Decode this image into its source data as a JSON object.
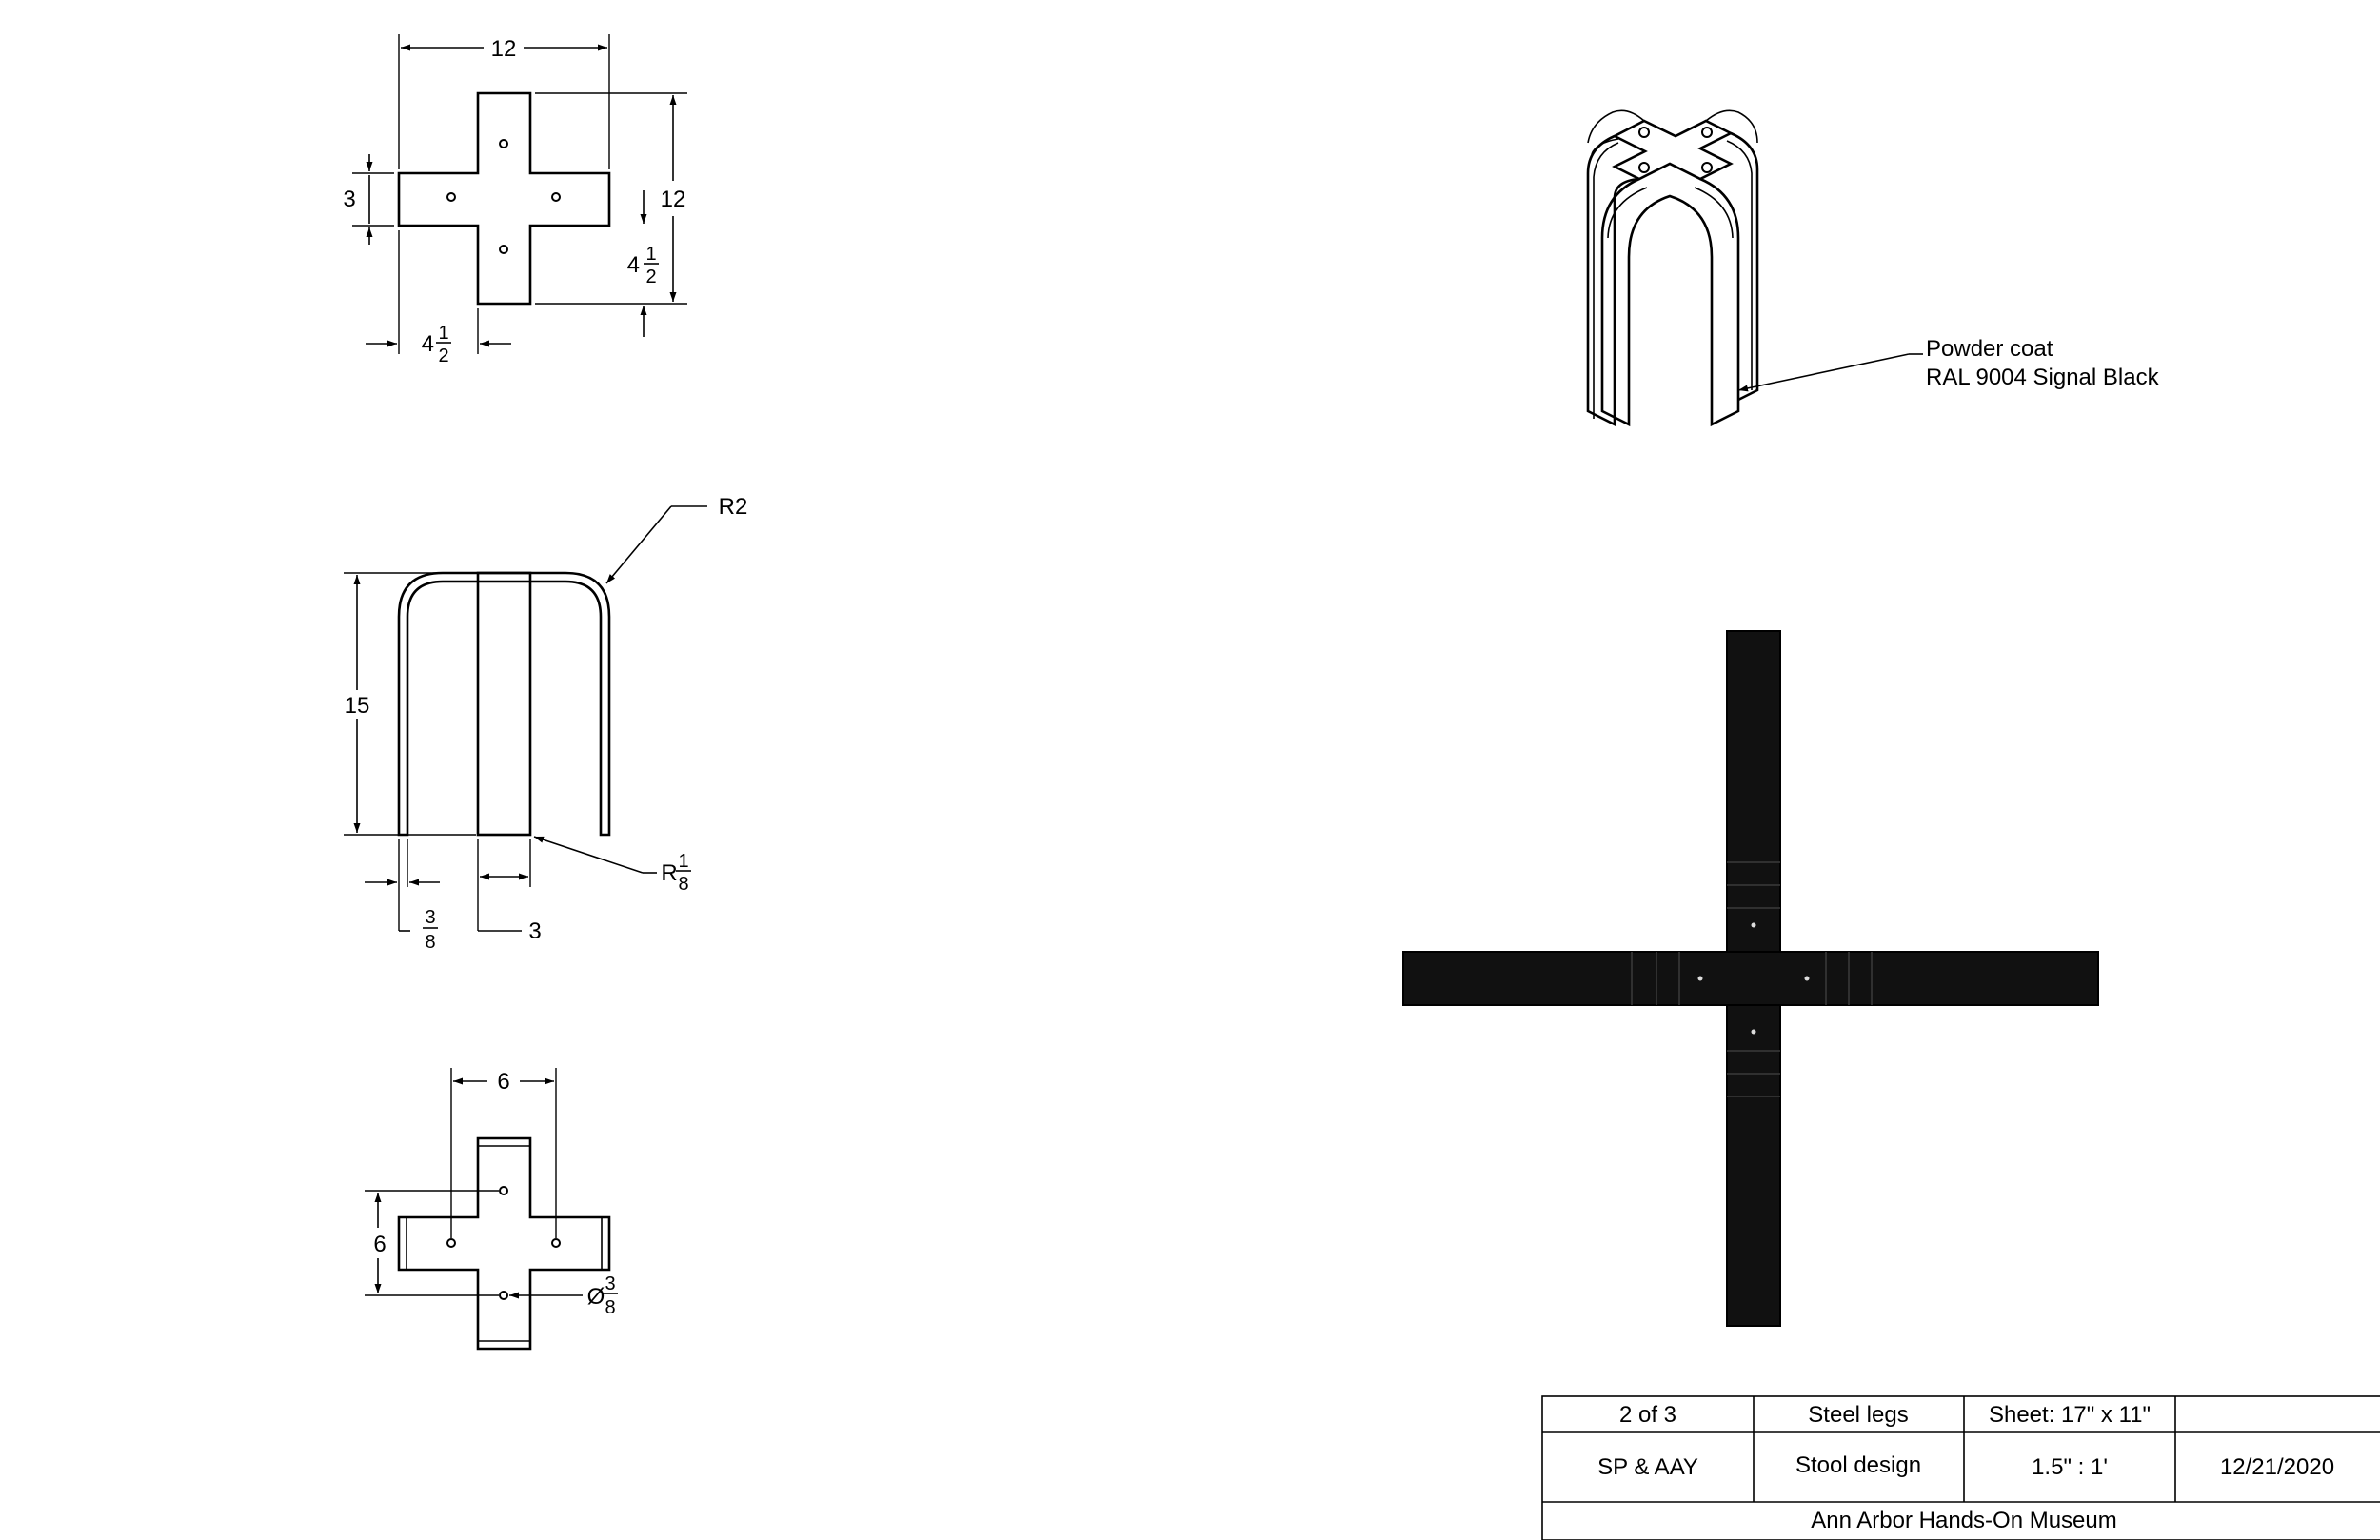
{
  "top_view": {
    "dim_width": "12",
    "dim_height": "12",
    "dim_arm": "3",
    "dim_offset_right": {
      "whole": "4",
      "num": "1",
      "den": "2"
    },
    "dim_offset_bottom": {
      "whole": "4",
      "num": "1",
      "den": "2"
    }
  },
  "side_view": {
    "dim_radius_outer": "R2",
    "dim_height": "15",
    "dim_radius_inner": {
      "prefix": "R",
      "num": "1",
      "den": "8"
    },
    "dim_thickness": {
      "num": "3",
      "den": "8"
    },
    "dim_arm": "3"
  },
  "bottom_view": {
    "dim_hole_spacing_x": "6",
    "dim_hole_spacing_y": "6",
    "dim_hole_dia": {
      "prefix": "Ø",
      "num": "3",
      "den": "8"
    }
  },
  "iso_view": {
    "callout_line1": "Powder coat",
    "callout_line2": "RAL 9004 Signal Black"
  },
  "title_block": {
    "sheet_index": "2 of 3",
    "part": "Steel legs",
    "sheet_size": "Sheet: 17\" x 11\"",
    "authors": "SP & AAY",
    "project": "Stool design",
    "scale": "1.5\" : 1'",
    "date": "12/21/2020",
    "organization": "Ann Arbor Hands-On Museum"
  },
  "colors": {
    "line": "#000000",
    "fill_dark": "#111111",
    "background": "#ffffff"
  }
}
